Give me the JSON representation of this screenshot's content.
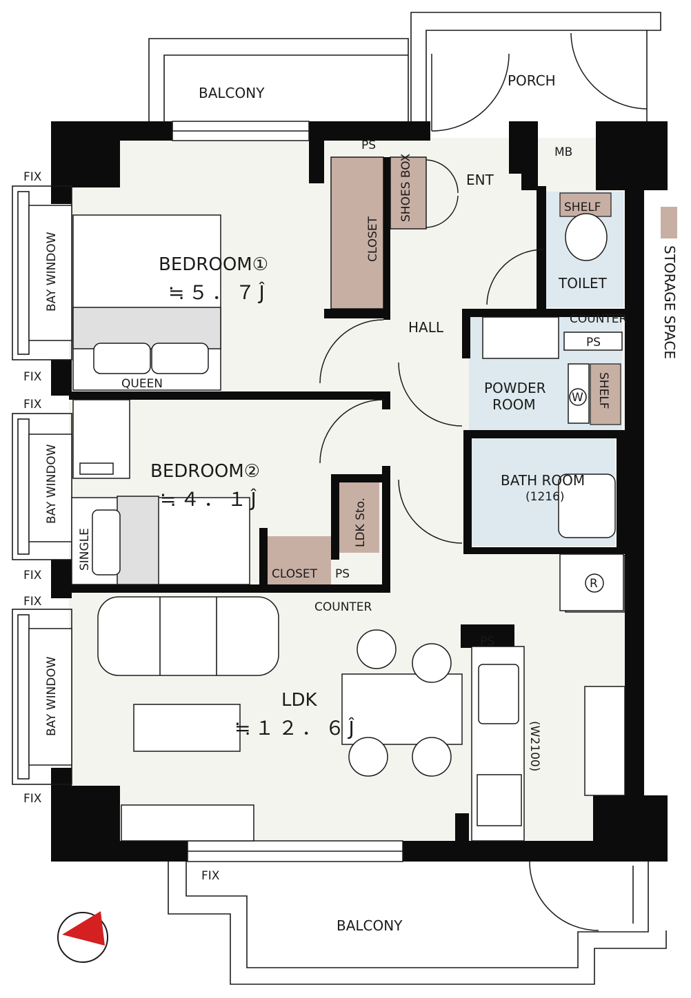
{
  "labels": {
    "balcony_top": "BALCONY",
    "porch": "PORCH",
    "ps_top": "PS",
    "mb": "MB",
    "ent": "ENT",
    "shoes_box": "SHOES BOX",
    "closet_b1": "CLOSET",
    "shelf_toilet": "SHELF",
    "toilet": "TOILET",
    "counter_toilet": "COUNTER",
    "ps_toilet": "PS",
    "hall": "HALL",
    "storage_space": "STORAGE SPACE",
    "bedroom1": "BEDROOM①",
    "bedroom1_area": "≒５．７Ĵ",
    "queen": "QUEEN",
    "powder_line1": "POWDER",
    "powder_line2": "ROOM",
    "washer": "W",
    "shelf_powder": "SHELF",
    "bedroom2": "BEDROOM②",
    "bedroom2_area": "≒４．１Ĵ",
    "single": "SINGLE",
    "ldk_sto": "LDK Sto.",
    "closet_b2": "CLOSET",
    "ps_b2": "PS",
    "bath": "BATH ROOM",
    "bath_size": "(1216)",
    "fridge": "R",
    "counter_ldk": "COUNTER",
    "ps_kitchen": "PS",
    "ldk": "LDK",
    "ldk_area": "≒１２．６Ĵ",
    "kitchen_width": "(W2100)",
    "balcony_bottom": "BALCONY",
    "bay_window_1": "BAY WINDOW",
    "bay_window_2": "BAY WINDOW",
    "bay_window_3": "BAY WINDOW",
    "fix_1": "FIX",
    "fix_2": "FIX",
    "fix_3": "FIX",
    "fix_4": "FIX",
    "fix_5": "FIX",
    "fix_6": "FIX",
    "fix_bottom": "FIX"
  },
  "colors": {
    "wall": "#0c0c0c",
    "room_floor": "#f4f4ef",
    "wet_area": "#dde9ee",
    "storage": "#c8afa4",
    "compass_red": "#d42020"
  },
  "icons": {
    "compass": "north-arrow-icon",
    "washer": "washing-machine-icon",
    "fridge": "refrigerator-icon",
    "stove": "stove-burner-icon"
  }
}
